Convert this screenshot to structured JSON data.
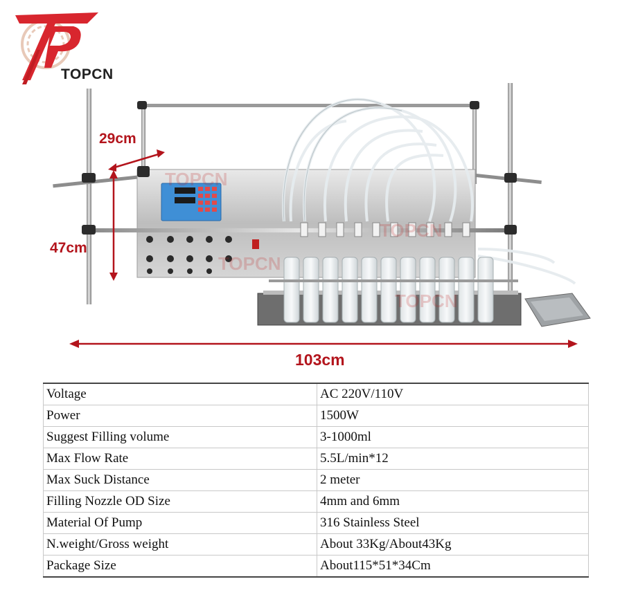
{
  "brand": {
    "name": "TOPCN"
  },
  "dimensions": {
    "depth": "29cm",
    "height": "47cm",
    "width": "103cm"
  },
  "watermark": "TOPCN",
  "specs": [
    {
      "label": "Voltage",
      "value": "AC 220V/110V"
    },
    {
      "label": "Power",
      "value": "1500W"
    },
    {
      "label": "Suggest Filling volume",
      "value": "3-1000ml"
    },
    {
      "label": "Max Flow Rate",
      "value": "5.5L/min*12"
    },
    {
      "label": "Max Suck Distance",
      "value": "2 meter"
    },
    {
      "label": "Filling Nozzle OD Size",
      "value": "4mm and 6mm"
    },
    {
      "label": "Material Of Pump",
      "value": "316 Stainless Steel"
    },
    {
      "label": "N.weight/Gross weight",
      "value": "About 33Kg/About43Kg"
    },
    {
      "label": "Package Size",
      "value": "About115*51*34Cm"
    }
  ],
  "colors": {
    "accent_red": "#b3141c",
    "logo_red": "#d8262e"
  }
}
